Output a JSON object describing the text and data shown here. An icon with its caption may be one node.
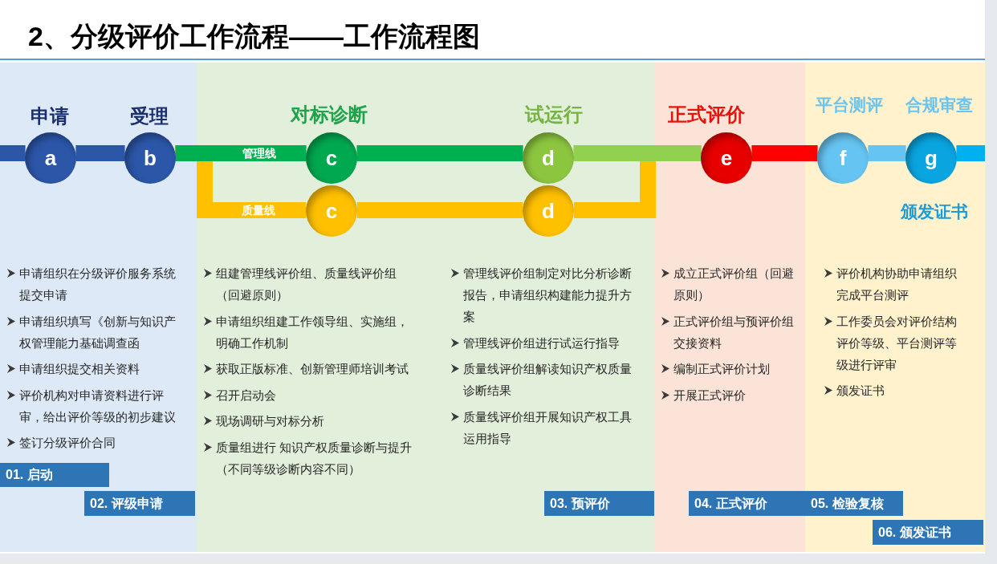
{
  "diagram": {
    "title": "2、分级评价工作流程——工作流程图",
    "nodes": [
      {
        "text": [
          "申请组织在分级评价服务系统提交申请",
          "申请组织填写《创新与知识产权管理能力基础调查函",
          "申请组织提交相关资料",
          "评价机构对申请资料进行评审，给出评价等级的初步建议",
          "签订分级评价合同"
        ]
      },
      {
        "text": [
          "a"
        ],
        "beside": [
          "申请"
        ],
        "in": 0
      },
      {
        "text": [
          "b"
        ],
        "beside": [
          "受理"
        ],
        "in": 0
      },
      {
        "text": [
          "01. 启动"
        ],
        "in": 0
      },
      {
        "text": [
          "02. 评级申请"
        ],
        "in": 0
      },
      {
        "text": [
          "组建管理线评价组、质量线评价组（回避原则）",
          "申请组织组建工作领导组、实施组，明确工作机制",
          "获取正版标准、创新管理师培训考试",
          "召开启动会",
          "现场调研与对标分析",
          "质量组进行 知识产权质量诊断与提升（不同等级诊断内容不同）",
          "管理线评价组制定对比分析诊断报告，申请组织构建能力提升方案",
          "管理线评价组进行试运行指导",
          "质量线评价组解读知识产权质量诊断结果",
          "质量线评价组开展知识产权工具运用指导"
        ]
      },
      {
        "text": [
          "c"
        ],
        "beside": [
          "对标诊断"
        ],
        "in": 5
      },
      {
        "text": [
          "c"
        ],
        "in": 5
      },
      {
        "text": [
          "d"
        ],
        "beside": [
          "试运行"
        ],
        "in": 5
      },
      {
        "text": [
          "d"
        ],
        "in": 5
      },
      {
        "text": [
          "03. 预评价"
        ],
        "in": 5
      },
      {
        "text": [
          "成立正式评价组（回避原则）",
          "正式评价组与预评价组交接资料",
          "编制正式评价计划",
          "开展正式评价"
        ]
      },
      {
        "text": [
          "e"
        ],
        "beside": [
          "正式评价"
        ],
        "in": 11
      },
      {
        "text": [
          "04. 正式评价"
        ],
        "in": 11
      },
      {
        "text": [
          "评价机构协助申请组织完成平台测评",
          "工作委员会对评价结构评价等级、平台测评等级进行评审",
          "颁发证书"
        ]
      },
      {
        "text": [
          "f"
        ],
        "beside": [
          "平台测评"
        ],
        "in": 14
      },
      {
        "text": [
          "g"
        ],
        "beside": [
          "合规审查",
          "颁发证书"
        ],
        "in": 14
      },
      {
        "text": [
          "05. 检验复核"
        ],
        "in": 14
      },
      {
        "text": [
          "06. 颁发证书"
        ],
        "in": 14
      }
    ],
    "edges": [
      {
        "from": null,
        "to": 1,
        "arrow": "none",
        "color": "#2c56a8"
      },
      {
        "from": 1,
        "to": 2,
        "arrow": "none",
        "color": "#2c56a8"
      },
      {
        "from": 2,
        "to": 6,
        "arrow": "none",
        "label": "管理线",
        "color": "#00b050"
      },
      {
        "from": 2,
        "to": 7,
        "arrow": "none",
        "label": "质量线",
        "color": "#ffc000"
      },
      {
        "from": 6,
        "to": 8,
        "arrow": "none",
        "color": "#00b050"
      },
      {
        "from": 7,
        "to": 9,
        "arrow": "none",
        "color": "#ffc000"
      },
      {
        "from": 8,
        "to": 12,
        "arrow": "none",
        "color": "#92d050"
      },
      {
        "from": 9,
        "to": 12,
        "arrow": "none",
        "color": "#ffc000"
      },
      {
        "from": 12,
        "to": 15,
        "arrow": "none",
        "color": "#ff0000"
      },
      {
        "from": 15,
        "to": 16,
        "arrow": "none",
        "color": "#66c4f2"
      },
      {
        "from": 16,
        "to": null,
        "arrow": "none",
        "color": "#00b0f0"
      }
    ]
  }
}
